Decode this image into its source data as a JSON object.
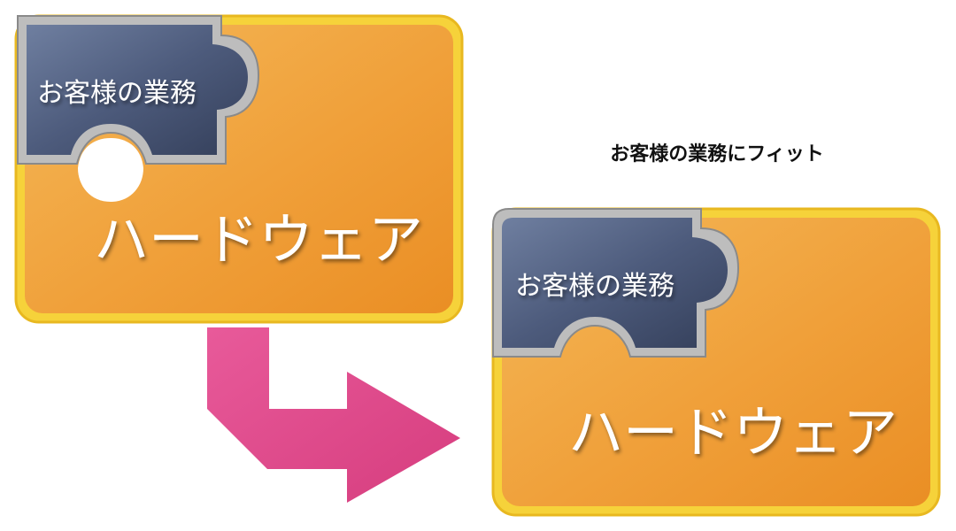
{
  "caption": "お客様の業務にフィット",
  "puzzle_before": {
    "software_label": "お客様の業務",
    "hardware_label": "ハードウェア"
  },
  "puzzle_after": {
    "software_label": "お客様の業務",
    "hardware_label": "ハードウェア"
  },
  "colors": {
    "hardware_fill": "#f0a030",
    "hardware_border": "#f6d23a",
    "software_fill": "#4a5878",
    "software_border": "#b8b8b8",
    "arrow": "#e0488a"
  }
}
